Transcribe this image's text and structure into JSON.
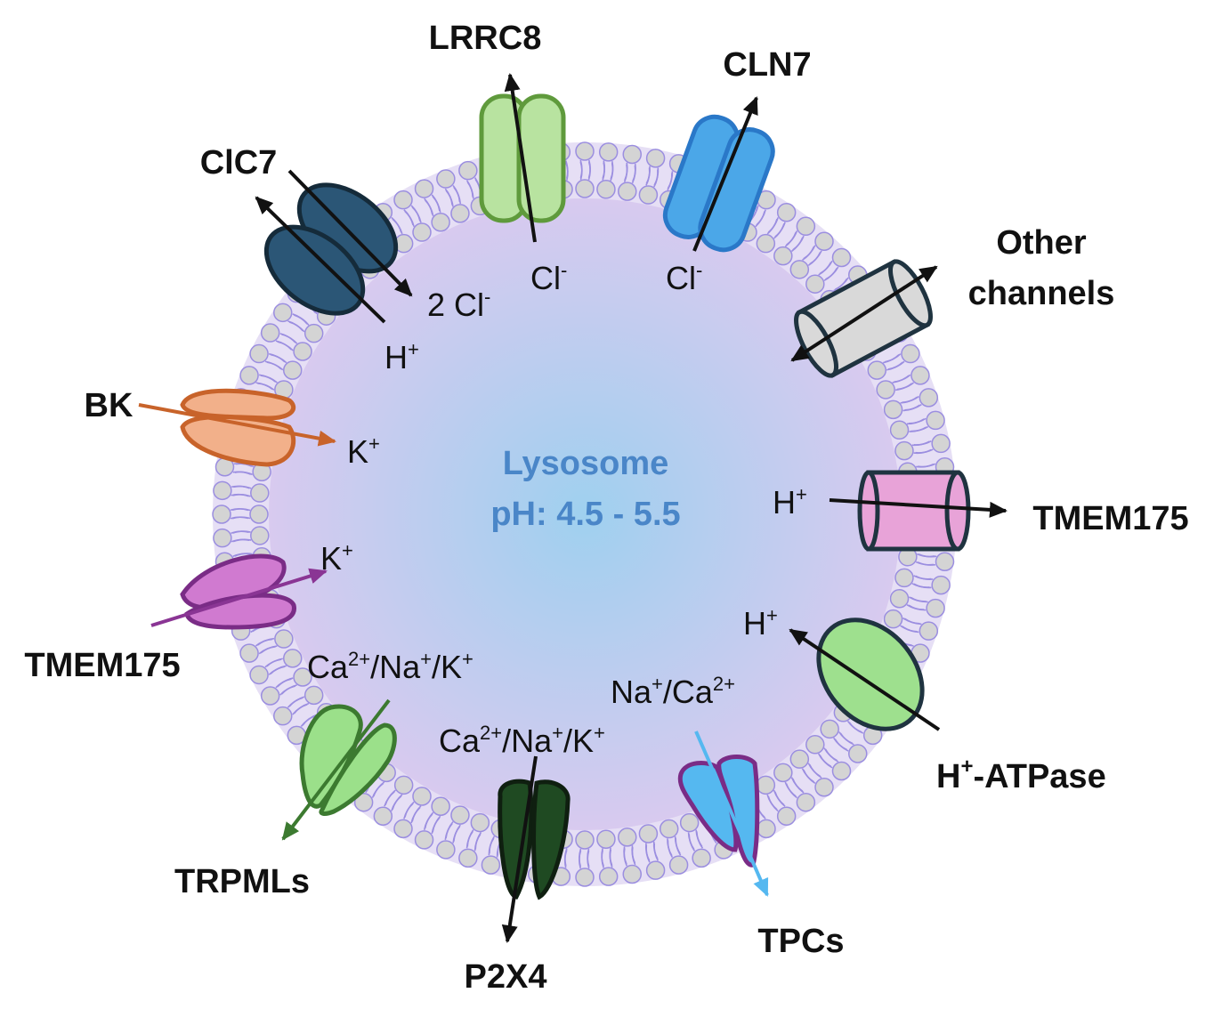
{
  "center": {
    "title": "Lysosome",
    "ph": "pH: 4.5 - 5.5"
  },
  "channels": {
    "lrrc8": {
      "name": "LRRC8",
      "ion": "Cl",
      "ion_sup": "-",
      "color": "#b8e3a0",
      "stroke": "#5f9a3c"
    },
    "cln7": {
      "name": "CLN7",
      "ion": "Cl",
      "ion_sup": "-",
      "color": "#4ba7e8",
      "stroke": "#2a78c8"
    },
    "clc7": {
      "name": "ClC7",
      "ion_cl": "2 Cl",
      "ion_cl_sup": "-",
      "ion_h": "H",
      "ion_h_sup": "+",
      "color": "#2b5676",
      "stroke": "#152b3a"
    },
    "other": {
      "name_line1": "Other",
      "name_line2": "channels",
      "color": "#d9d9d9",
      "stroke": "#1f3340"
    },
    "bk": {
      "name": "BK",
      "ion": "K",
      "ion_sup": "+",
      "color": "#f2b08a",
      "stroke": "#c8632a"
    },
    "tmem175_right": {
      "name": "TMEM175",
      "ion": "H",
      "ion_sup": "+",
      "color": "#e8a3d8",
      "stroke": "#1f3340"
    },
    "tmem175_left": {
      "name": "TMEM175",
      "ion": "K",
      "ion_sup": "+",
      "color": "#d07ad0",
      "stroke": "#7a2c86"
    },
    "atpase": {
      "name": "H",
      "name_sup": "+",
      "name_rest": "-ATPase",
      "ion": "H",
      "ion_sup": "+",
      "color": "#9ee08e",
      "stroke": "#1f3340"
    },
    "trpmls": {
      "name": "TRPMLs",
      "ion_1": "Ca",
      "ion_1_sup": "2+",
      "ion_2": "/Na",
      "ion_2_sup": "+",
      "ion_3": "/K",
      "ion_3_sup": "+",
      "color": "#9be08a",
      "stroke": "#3c7a30"
    },
    "p2x4": {
      "name": "P2X4",
      "ion_1": "Ca",
      "ion_1_sup": "2+",
      "ion_2": "/Na",
      "ion_2_sup": "+",
      "ion_3": "/K",
      "ion_3_sup": "+",
      "color": "#1f4a22",
      "stroke": "#0f1f10"
    },
    "tpcs": {
      "name": "TPCs",
      "ion_1": "Na",
      "ion_1_sup": "+",
      "ion_2": "/Ca",
      "ion_2_sup": "2+",
      "color": "#55b8f0",
      "stroke": "#7a2c86"
    }
  },
  "colors": {
    "membrane_head": "#d4d4d4",
    "membrane_head_stroke": "#9b8ee0",
    "lumen_center": "#9fd0ef",
    "lumen_edge": "#d6c9ee",
    "center_text": "#4a86c8"
  }
}
